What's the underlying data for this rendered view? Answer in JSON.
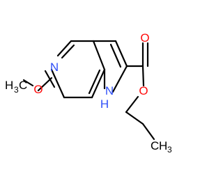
{
  "molecule": {
    "atoms": {
      "pyridine_n": {
        "symbol": "N",
        "color": "#3050F8"
      },
      "methoxy_o": {
        "symbol": "O",
        "color": "#FF0D0D"
      },
      "methyl_h": {
        "symbol": "H",
        "color": "#000000"
      },
      "methyl_sub": {
        "symbol": "3",
        "color": "#000000"
      },
      "methyl_c": {
        "symbol": "C",
        "color": "#000000"
      },
      "carbonyl_o": {
        "symbol": "O",
        "color": "#FF0D0D"
      },
      "ester_o": {
        "symbol": "O",
        "color": "#FF0D0D"
      },
      "pyrrole_n": {
        "symbol": "N",
        "color": "#3050F8"
      },
      "pyrrole_h": {
        "symbol": "H",
        "color": "#3050F8"
      },
      "ethyl_c": {
        "symbol": "C",
        "color": "#000000"
      },
      "ethyl_h": {
        "symbol": "H",
        "color": "#000000"
      },
      "ethyl_sub": {
        "symbol": "3",
        "color": "#000000"
      }
    }
  }
}
